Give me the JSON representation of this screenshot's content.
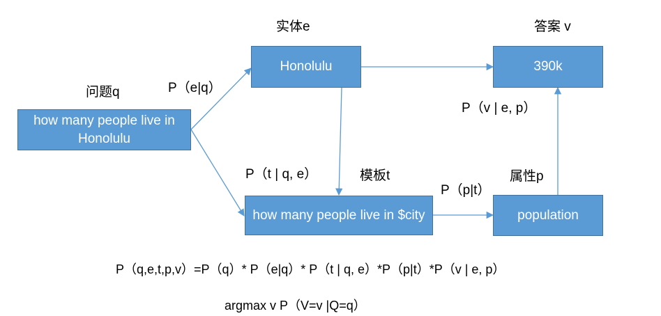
{
  "nodes": {
    "question": {
      "label": "问题q",
      "text": "how many people live in Honolulu"
    },
    "entity": {
      "label": "实体e",
      "text": "Honolulu"
    },
    "template": {
      "label": "模板t",
      "text": "how many people live in $city"
    },
    "property": {
      "label": "属性p",
      "text": "population"
    },
    "answer": {
      "label": "答案 v",
      "text": "390k"
    }
  },
  "edge_labels": {
    "p_e_q": "P（e|q）",
    "p_t_qe": "P（t | q, e）",
    "p_p_t": "P（p|t）",
    "p_v_ep": "P（v | e, p）"
  },
  "formulas": {
    "joint": "P（q,e,t,p,v）=P（q）* P（e|q）* P（t | q, e）*P（p|t）*P（v | e, p）",
    "argmax": "argmax v P（V=v |Q=q）"
  },
  "colors": {
    "box_fill": "#5b9bd5",
    "box_border": "#41719c",
    "arrow": "#5b9bd5",
    "box_text": "#ffffff"
  }
}
